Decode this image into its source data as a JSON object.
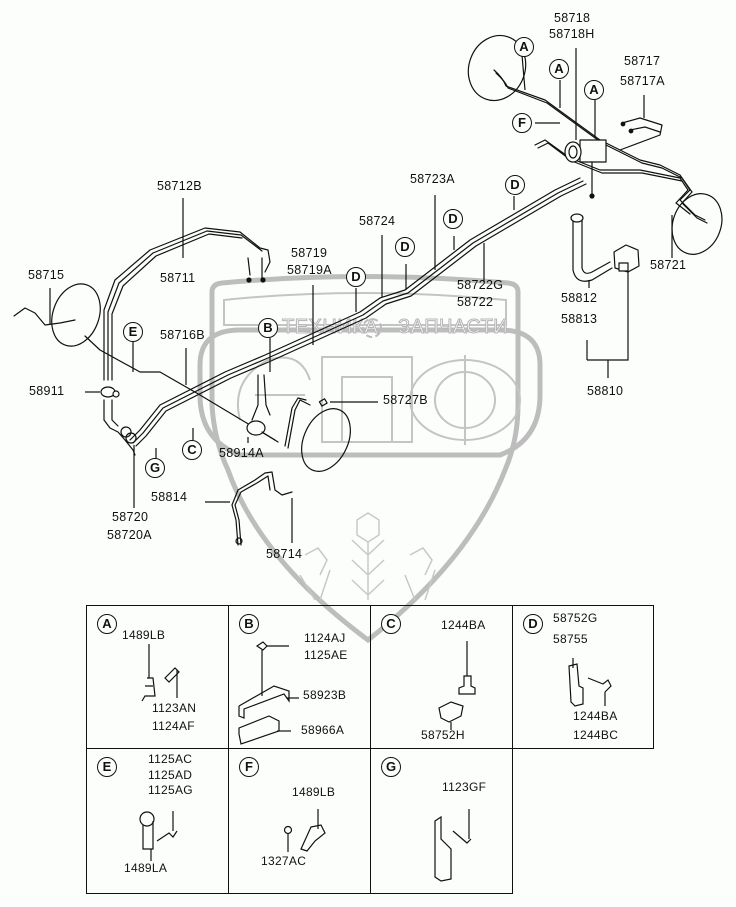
{
  "diagram": {
    "type": "parts-exploded-view",
    "subject": "Brake line / pipe assembly",
    "watermark": {
      "left_text": "ТЕХНИКА",
      "right_text": "ЗАПЧАСТИ",
      "logo_text": "ЭПФ"
    },
    "main_labels": {
      "p58718": "58718",
      "p58718H": "58718H",
      "p58717": "58717",
      "p58717A": "58717A",
      "p58712B": "58712B",
      "p58711": "58711",
      "p58723A": "58723A",
      "p58724": "58724",
      "p58719": "58719",
      "p58719A": "58719A",
      "p58722G": "58722G",
      "p58722": "58722",
      "p58721": "58721",
      "p58715": "58715",
      "p58716B": "58716B",
      "p58812": "58812",
      "p58813": "58813",
      "p58810": "58810",
      "p58911": "58911",
      "p58727B": "58727B",
      "p58914A": "58914A",
      "p58720": "58720",
      "p58720A": "58720A",
      "p58814": "58814",
      "p58714": "58714"
    },
    "callouts": {
      "A": "A",
      "B": "B",
      "C": "C",
      "D": "D",
      "E": "E",
      "F": "F",
      "G": "G"
    },
    "detail_panels": [
      {
        "key": "A",
        "labels": [
          "1489LB",
          "1123AN",
          "1124AF"
        ]
      },
      {
        "key": "B",
        "labels": [
          "1124AJ",
          "1125AE",
          "58923B",
          "58966A"
        ]
      },
      {
        "key": "C",
        "labels": [
          "1244BA",
          "58752H"
        ]
      },
      {
        "key": "D",
        "labels": [
          "58752G",
          "58755",
          "1244BA",
          "1244BC"
        ]
      },
      {
        "key": "E",
        "labels": [
          "1125AC",
          "1125AD",
          "1125AG",
          "1489LA"
        ]
      },
      {
        "key": "F",
        "labels": [
          "1489LB",
          "1327AC"
        ]
      },
      {
        "key": "G",
        "labels": [
          "1123GF"
        ]
      }
    ]
  }
}
